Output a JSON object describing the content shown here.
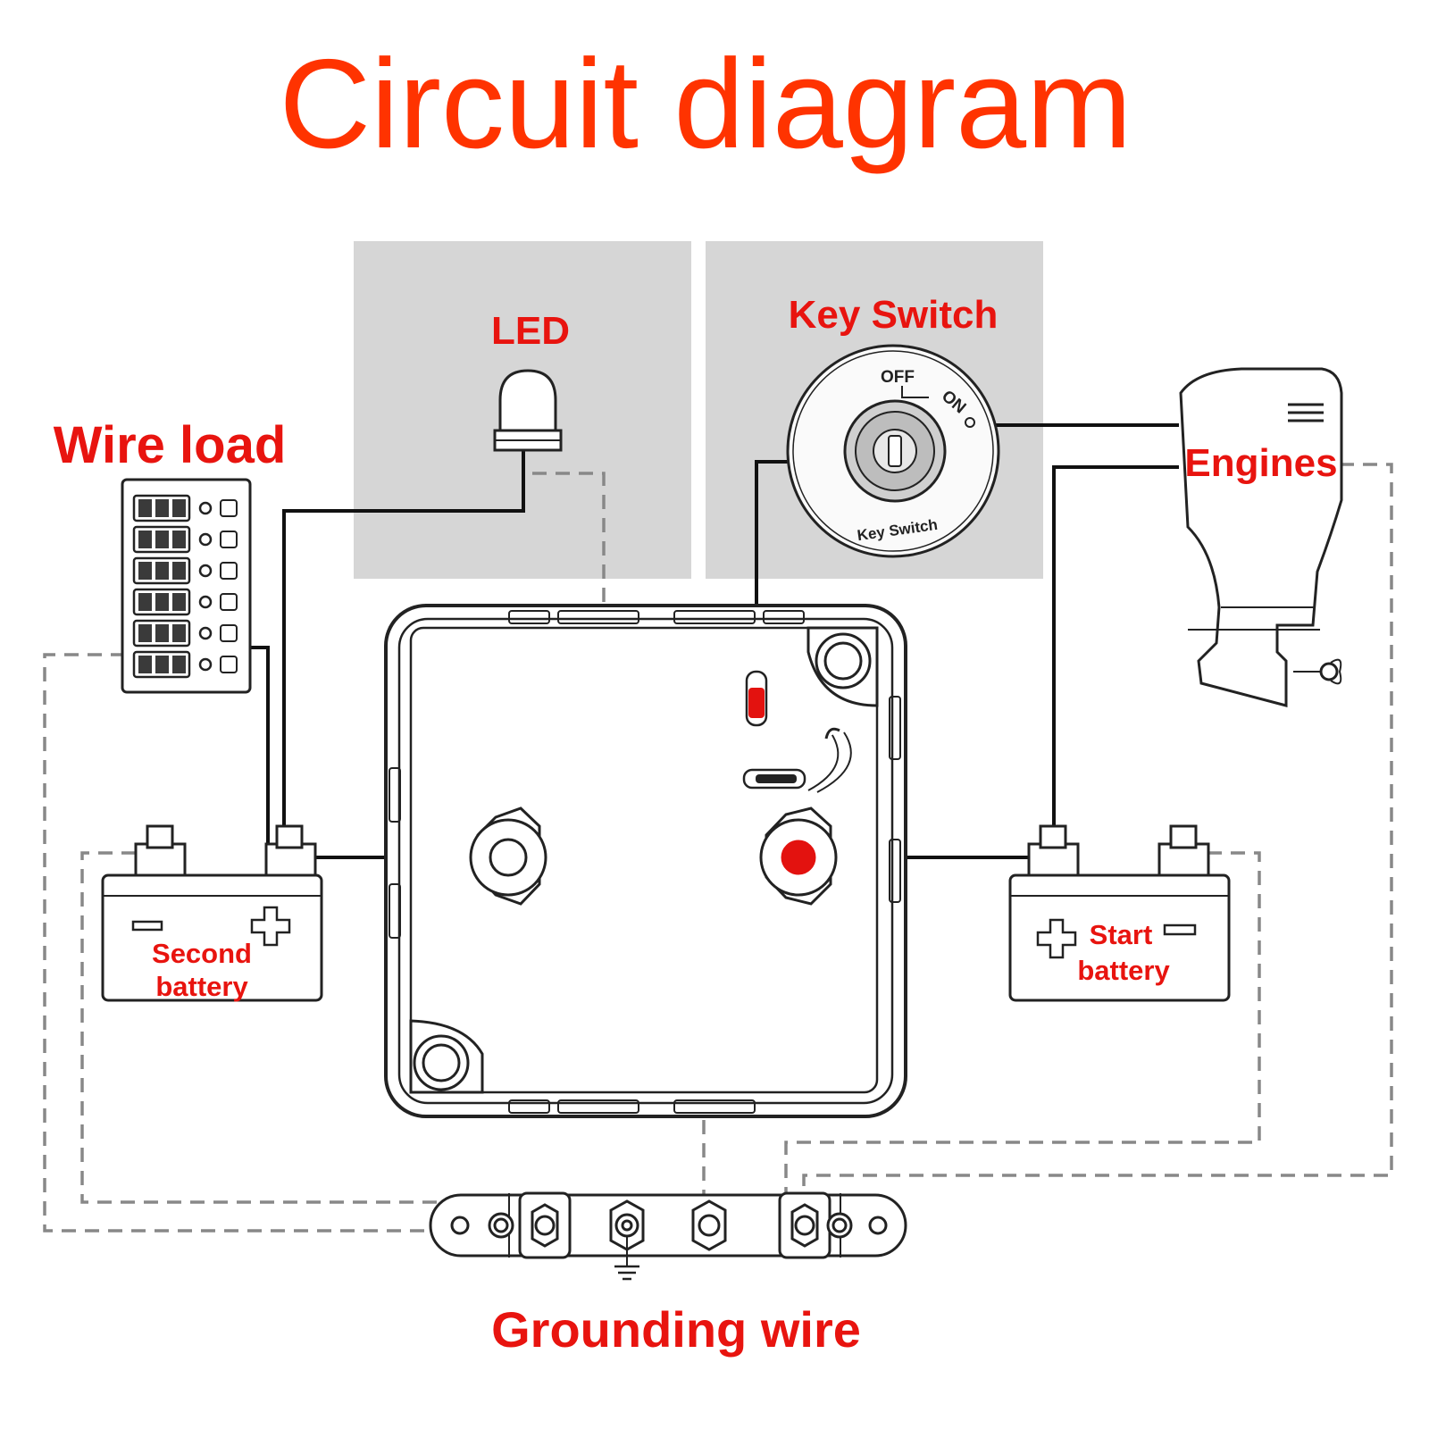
{
  "title": "Circuit diagram",
  "labels": {
    "led": "LED",
    "key_switch": "Key Switch",
    "wire_load": "Wire load",
    "engines": "Engines",
    "second_battery": [
      "Second",
      "battery"
    ],
    "start_battery": [
      "Start",
      "battery"
    ],
    "grounding_wire": "Grounding wire"
  },
  "key_switch_face": {
    "off": "OFF",
    "on": "ON",
    "name": "Key Switch"
  },
  "colors": {
    "title": "#ff3300",
    "label": "#e8140f",
    "panel": "#d6d6d6",
    "indicator": "#e3120f",
    "wire": "#111111",
    "ground_wire": "#888888"
  }
}
